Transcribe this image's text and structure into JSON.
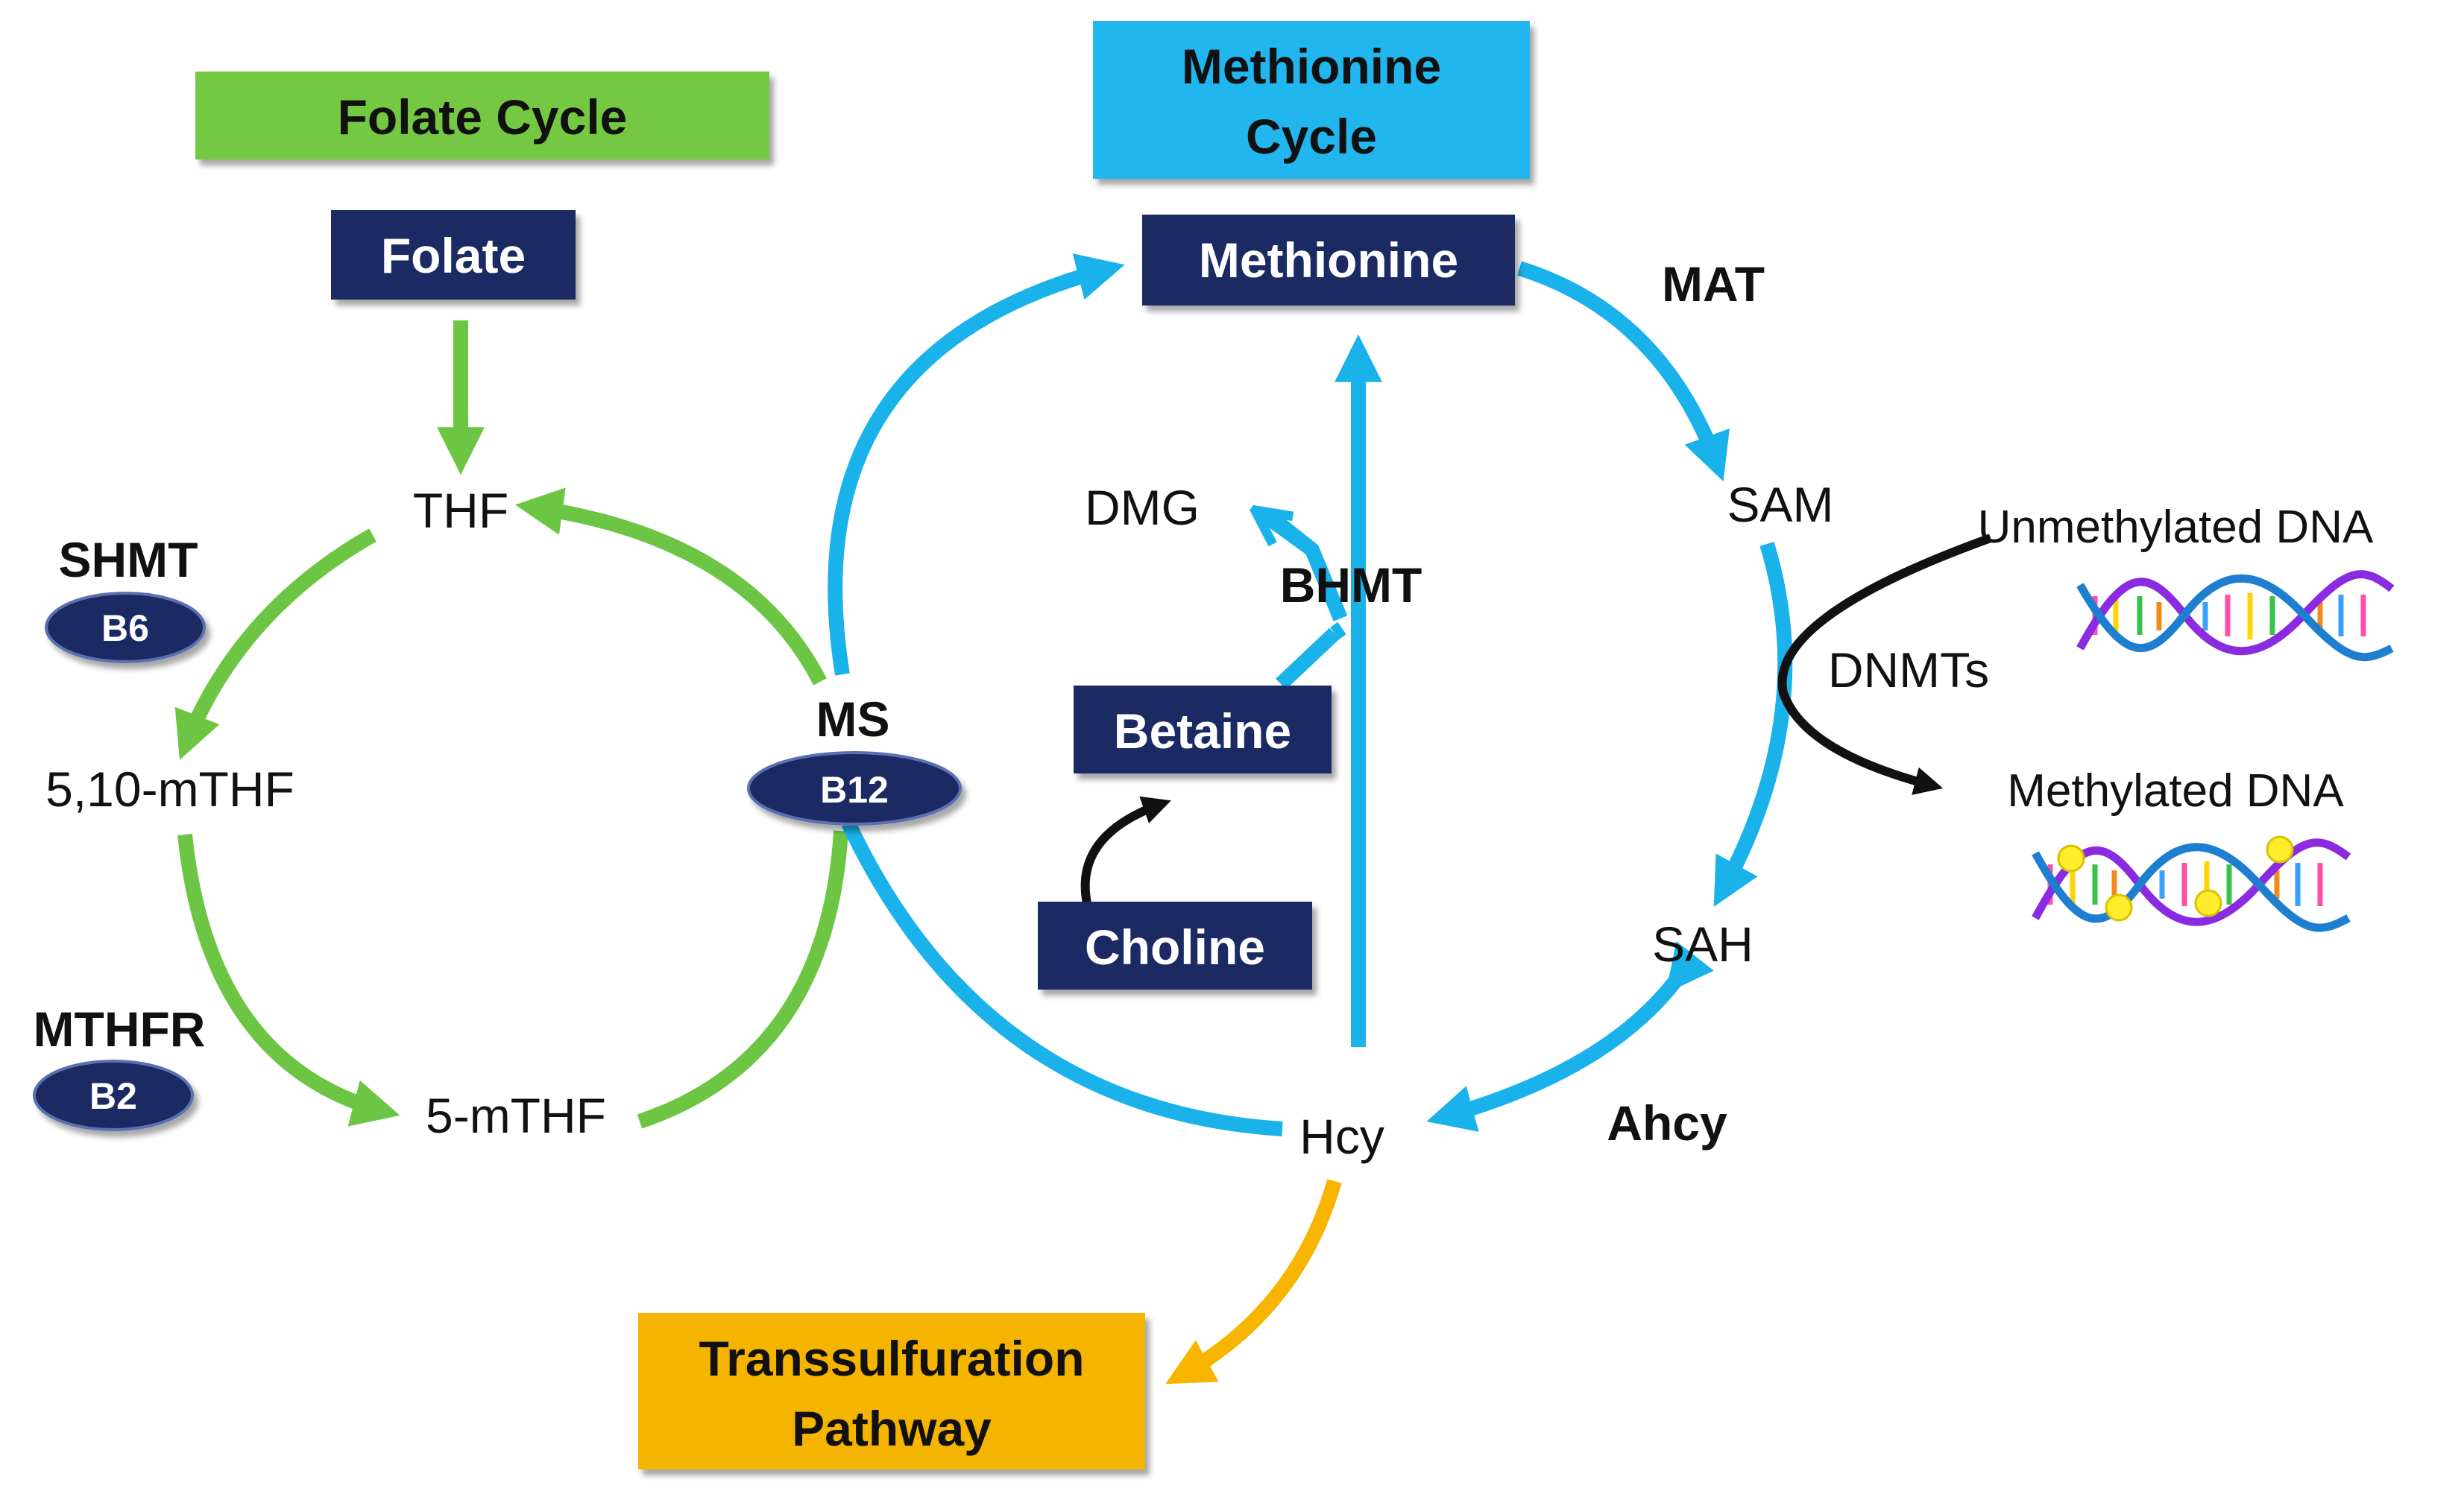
{
  "titles": {
    "folate_cycle": "Folate Cycle",
    "methionine_cycle_line1": "Methionine",
    "methionine_cycle_line2": "Cycle",
    "transsulfuration_line1": "Transsulfuration",
    "transsulfuration_line2": "Pathway"
  },
  "boxes": {
    "folate": "Folate",
    "methionine": "Methionine",
    "betaine": "Betaine",
    "choline": "Choline"
  },
  "metabolites": {
    "thf": "THF",
    "mthf_5_10": "5,10-mTHF",
    "mthf_5": "5-mTHF",
    "dmg": "DMG",
    "sam": "SAM",
    "sah": "SAH",
    "hcy": "Hcy"
  },
  "enzymes": {
    "shmt": "SHMT",
    "mthfr": "MTHFR",
    "ms": "MS",
    "mat": "MAT",
    "bhmt": "BHMT",
    "ahcy": "Ahcy",
    "dnmts": "DNMTs"
  },
  "vitamins": {
    "shmt": "B6",
    "mthfr": "B2",
    "ms": "B12"
  },
  "dna": {
    "unmethylated": "Unmethylated DNA",
    "methylated": "Methylated DNA"
  },
  "colors": {
    "green": "#6cc644",
    "green_box": "#74c943",
    "blue": "#1ab2ea",
    "blue_box": "#21b6ee",
    "navy": "#1b2a63",
    "orange": "#f7b500",
    "orange_box": "#f5b400",
    "black": "#111111"
  }
}
